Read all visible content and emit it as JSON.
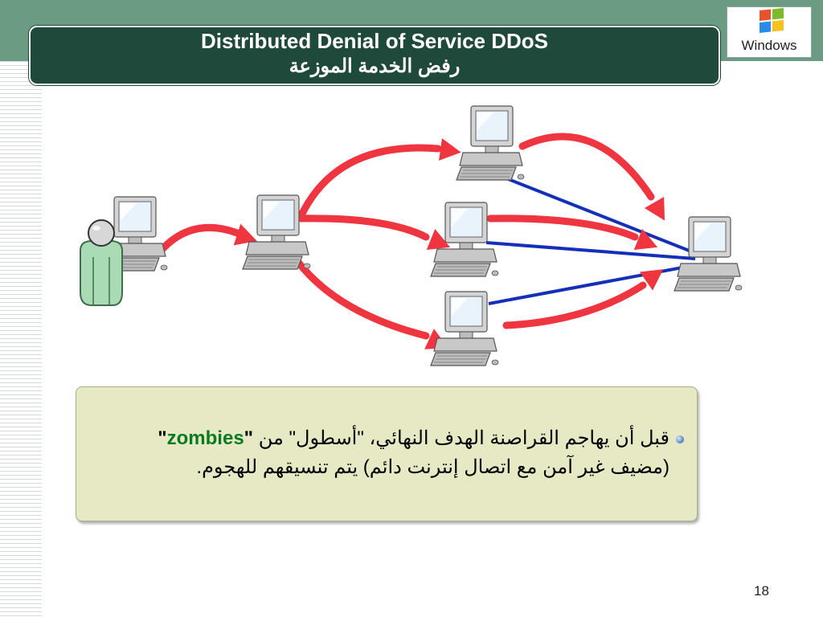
{
  "slide": {
    "title_en": "Distributed Denial of Service DDoS",
    "title_ar": "رفض الخدمة الموزعة",
    "logo_text": "Windows",
    "bullet": {
      "part1": "قبل أن يهاجم القراصنة الهدف النهائي، \"أسطول\" من",
      "zombies_open": "\"",
      "zombies": "zombies",
      "zombies_close": "\"",
      "part2": "(مضيف غير آمن مع اتصال إنترنت دائم) يتم تنسيقهم للهجوم."
    },
    "page_number": "18"
  },
  "colors": {
    "top_band": "#6b9c83",
    "title_panel": "#1f4a3b",
    "arrow": "#ee3540",
    "link_line": "#1530b8",
    "text_box": "#e6e9c4",
    "zombies_text": "#0a7a22"
  },
  "diagram": {
    "icons": [
      "attacker-figure-icon",
      "computer-icon",
      "red-arrow-icon",
      "blue-line"
    ]
  }
}
